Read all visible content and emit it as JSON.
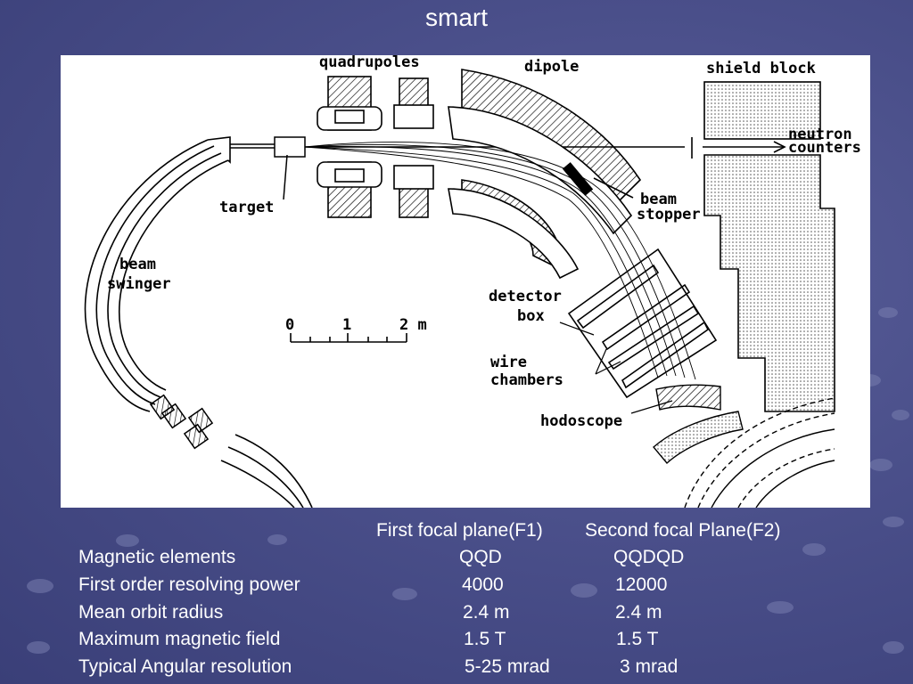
{
  "title": "smart",
  "diagram": {
    "labels": {
      "quadrupoles": "quadrupoles",
      "dipole": "dipole",
      "shield_block": "shield block",
      "neutron": "neutron",
      "counters": "counters",
      "target": "target",
      "beam_stopper_1": "beam",
      "beam_stopper_2": "stopper",
      "beam_swinger_1": "beam",
      "beam_swinger_2": "swinger",
      "detector_box_1": "detector",
      "detector_box_2": "box",
      "wire_chambers_1": "wire",
      "wire_chambers_2": "chambers",
      "hodoscope": "hodoscope",
      "scale_0": "0",
      "scale_1": "1",
      "scale_2": "2 m"
    }
  },
  "table": {
    "header": {
      "f1": "First focal plane(F1)",
      "f2": "Second focal Plane(F2)"
    },
    "rows": [
      {
        "label": "Magnetic elements",
        "f1": "QQD",
        "f2": "QQDQD"
      },
      {
        "label": "First order resolving power",
        "f1": "4000",
        "f2": "12000"
      },
      {
        "label": "Mean orbit radius",
        "f1": "2.4 m",
        "f2": "2.4 m"
      },
      {
        "label": "Maximum magnetic field",
        "f1": "1.5 T",
        "f2": "1.5 T"
      },
      {
        "label": "Typical Angular resolution",
        "f1": "5-25 mrad",
        "f2": "3 mrad"
      }
    ]
  }
}
